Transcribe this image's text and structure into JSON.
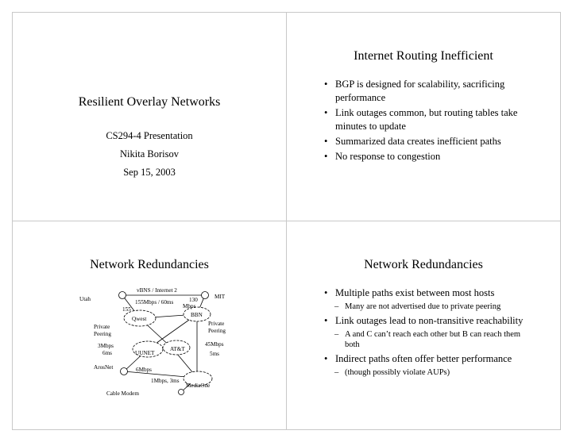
{
  "slide1": {
    "title": "Resilient Overlay Networks",
    "lines": [
      "CS294-4 Presentation",
      "Nikita Borisov",
      "Sep 15, 2003"
    ]
  },
  "slide2": {
    "title": "Internet Routing Inefficient",
    "bullets": [
      "BGP is designed for scalability, sacrificing performance",
      "Link outages common, but routing tables take minutes to update",
      "Summarized data creates inefficient paths",
      "No response to congestion"
    ]
  },
  "slide3": {
    "title": "Network Redundancies",
    "diagram": {
      "labels": {
        "vbns": "vBNS / Internet 2",
        "utah": "Utah",
        "mit": "MIT",
        "l130": "130",
        "l155mbps": "155Mbps / 60ms",
        "mbps": "Mbps",
        "l155": "155",
        "qwest": "Qwest",
        "bbn": "BBN",
        "private1": "Private",
        "peering1": "Peering",
        "private2": "Private",
        "peering2": "Peering",
        "l3mbps": "3Mbps",
        "l6ms": "6ms",
        "l45mbps": "45Mbps",
        "l5ms": "5ms",
        "att": "AT&T",
        "uunet": "UUNET",
        "arosnet": "ArosNet",
        "l6mbps": "6Mbps",
        "l1mbps": "1Mbps, 3ms",
        "mediaone": "MediaOne",
        "cable": "Cable Modem"
      }
    }
  },
  "slide4": {
    "title": "Network Redundancies",
    "items": [
      {
        "type": "b",
        "text": "Multiple paths exist between most hosts"
      },
      {
        "type": "s",
        "text": "Many are not advertised due to private peering"
      },
      {
        "type": "b",
        "text": "Link outages lead to non-transitive reachability"
      },
      {
        "type": "s",
        "text": "A and C can’t reach each other but B can reach them both"
      },
      {
        "type": "b",
        "text": "Indirect paths often offer better performance"
      },
      {
        "type": "s",
        "text": "(though possibly violate AUPs)"
      }
    ]
  }
}
